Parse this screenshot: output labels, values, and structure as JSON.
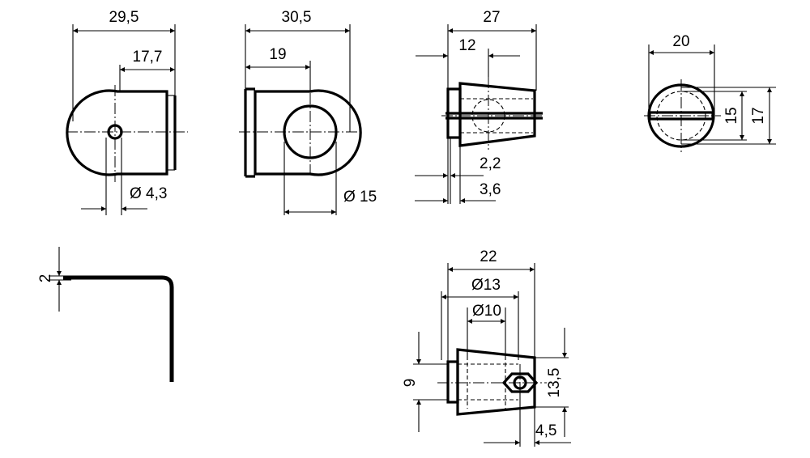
{
  "drawing": {
    "view1": {
      "width_overall": "29,5",
      "width_partial": "17,7",
      "hole_dia": "Ø 4,3"
    },
    "view2": {
      "width_overall": "30,5",
      "width_partial": "19",
      "bore_dia": "Ø 15"
    },
    "view3": {
      "width_overall": "27",
      "width_partial": "12",
      "thickness_1": "2,2",
      "thickness_2": "3,6"
    },
    "view4": {
      "width": "20",
      "height_inner": "15",
      "height_outer": "17"
    },
    "view5": {
      "thickness": "2"
    },
    "view6": {
      "length": "22",
      "dia_outer": "Ø13",
      "dia_inner": "Ø10",
      "height_left": "9",
      "height_right": "13,5",
      "offset": "4,5"
    }
  }
}
